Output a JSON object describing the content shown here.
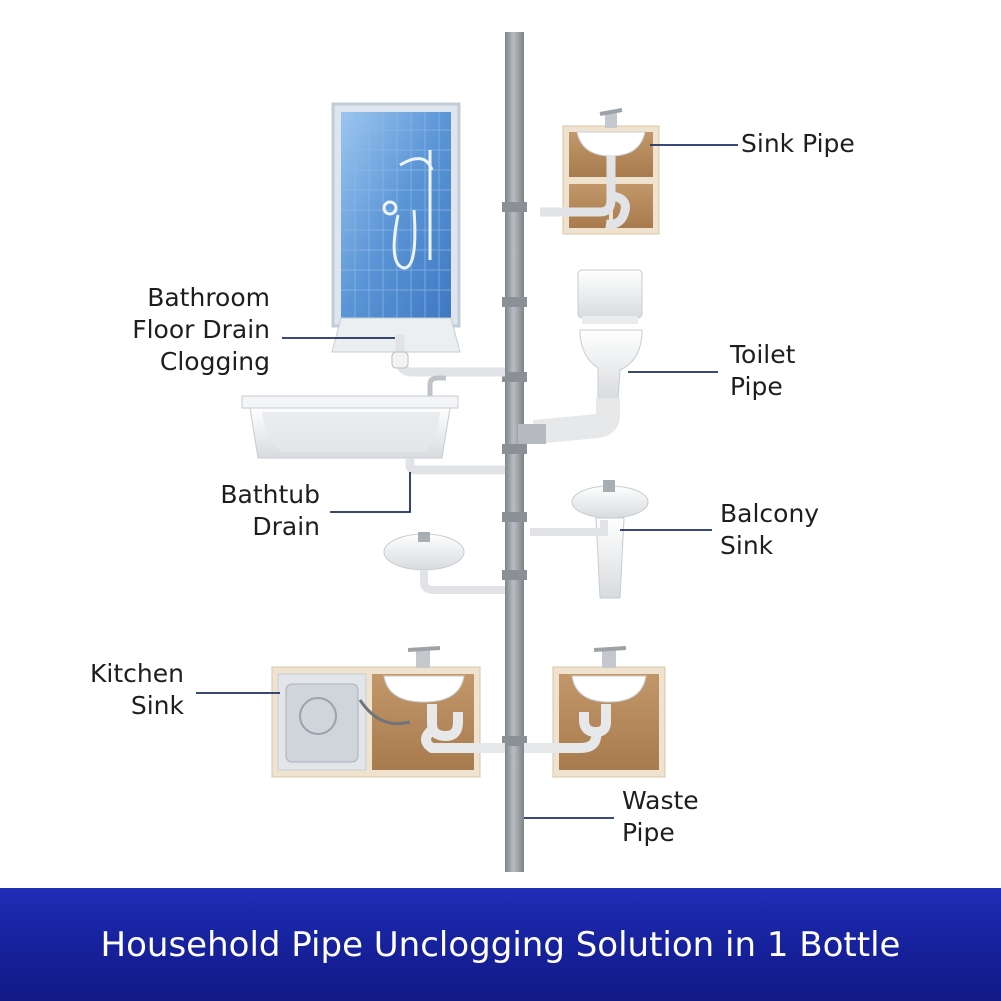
{
  "labels": {
    "sink_pipe": "Sink Pipe",
    "bathroom_floor_drain": "Bathroom\nFloor Drain\nClogging",
    "toilet_pipe": "Toilet\nPipe",
    "bathtub_drain": "Bathtub\nDrain",
    "balcony_sink": "Balcony\nSink",
    "kitchen_sink": "Kitchen\nSink",
    "waste_pipe": "Waste\nPipe"
  },
  "banner": {
    "text": "Household Pipe Unclogging Solution in 1 Bottle"
  },
  "colors": {
    "pipe": "#9a9fa5",
    "pipe_light": "#e4e6e8",
    "cabinet_wood": "#b5875a",
    "cabinet_frame": "#f1e7d6",
    "shower_glass": "#5f9bdc",
    "leader_line": "#1f2f63",
    "banner": "#16209a"
  }
}
